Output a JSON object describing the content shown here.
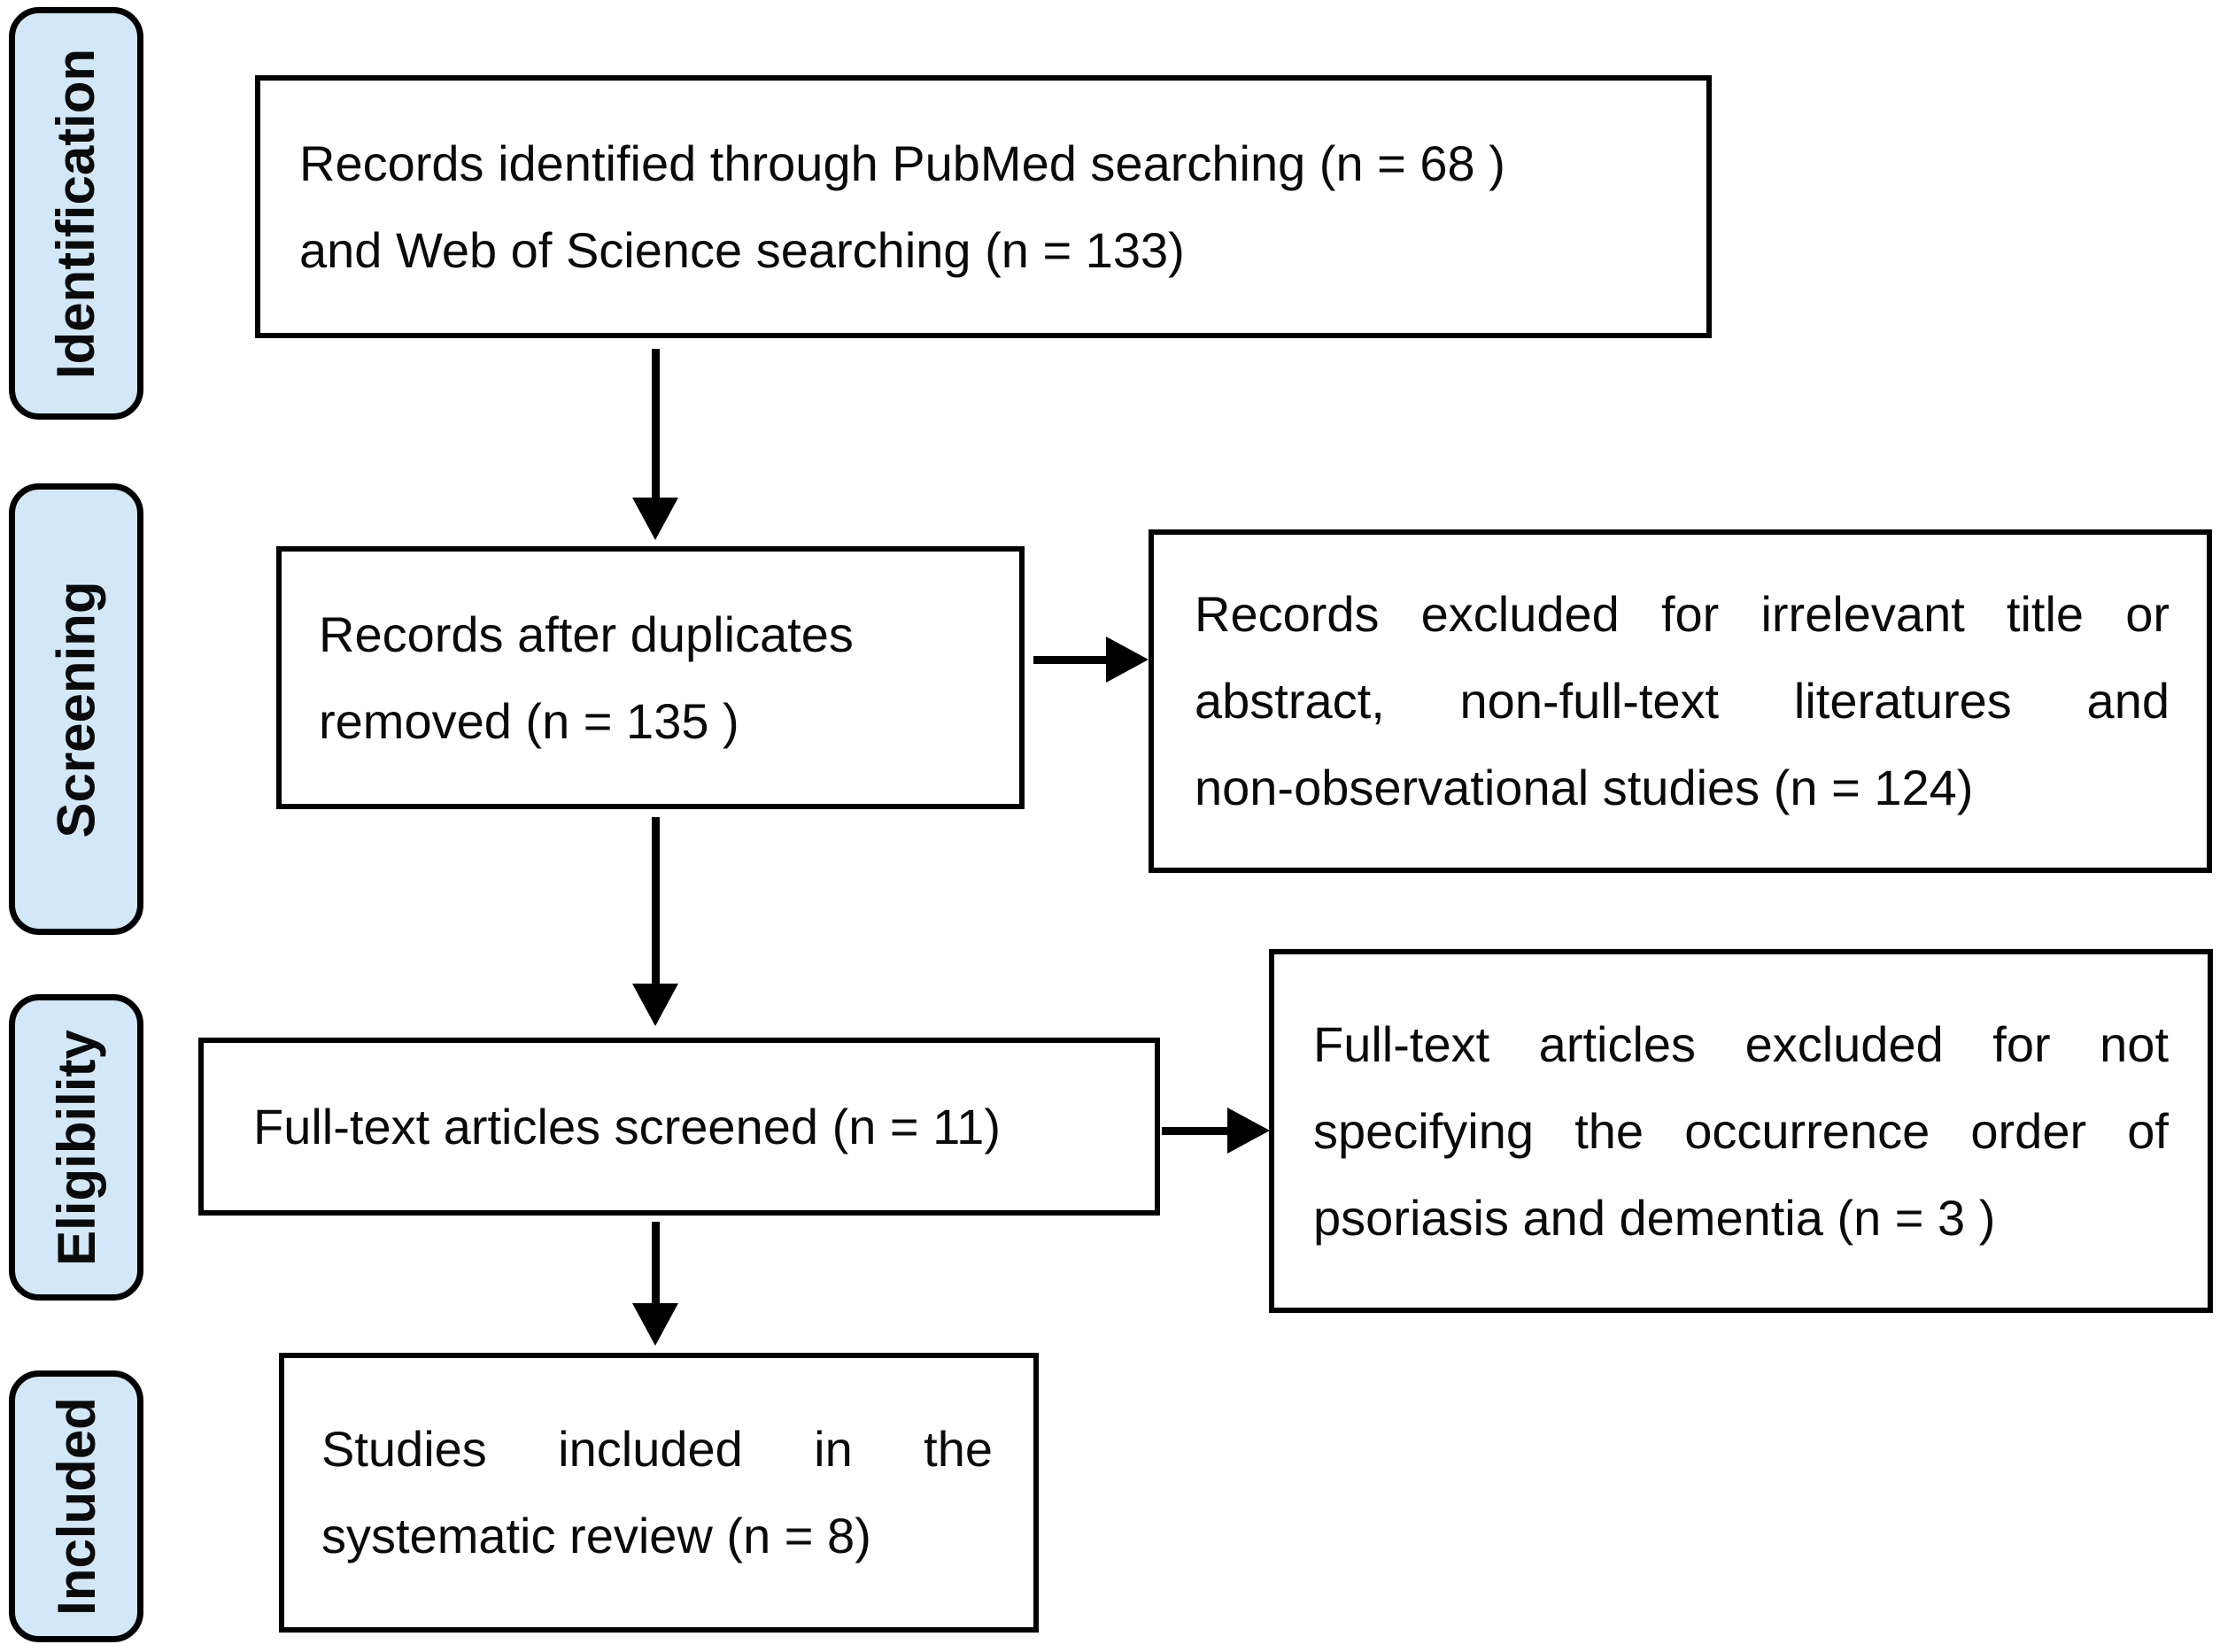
{
  "diagram": {
    "stages": [
      {
        "label": "Identification"
      },
      {
        "label": "Screening"
      },
      {
        "label": "Eligibility"
      },
      {
        "label": "Included"
      }
    ],
    "boxes": {
      "records_identified": {
        "lines": [
          "Records identified through PubMed searching (n = 68 )",
          "and Web of Science searching (n = 133)"
        ]
      },
      "records_after_duplicates": {
        "lines": [
          "Records after duplicates",
          "removed (n = 135 )"
        ]
      },
      "records_excluded": {
        "lines": [
          "Records excluded for irrelevant title or",
          "abstract, non-full-text literatures and",
          "non-observational studies (n = 124)"
        ]
      },
      "fulltext_screened": {
        "lines": [
          "Full-text articles screened (n = 11)"
        ]
      },
      "fulltext_excluded": {
        "lines": [
          "Full-text articles excluded for not",
          "specifying the occurrence order of",
          "psoriasis and dementia (n = 3 )"
        ]
      },
      "studies_included": {
        "lines": [
          "Studies included in the",
          "systematic review (n = 8)"
        ]
      }
    },
    "colors": {
      "stage_fill": "#d2e8f8",
      "stage_border": "#000000",
      "box_fill": "#ffffff",
      "box_border": "#000000",
      "arrow": "#000000",
      "text": "#0a0a0a"
    }
  }
}
